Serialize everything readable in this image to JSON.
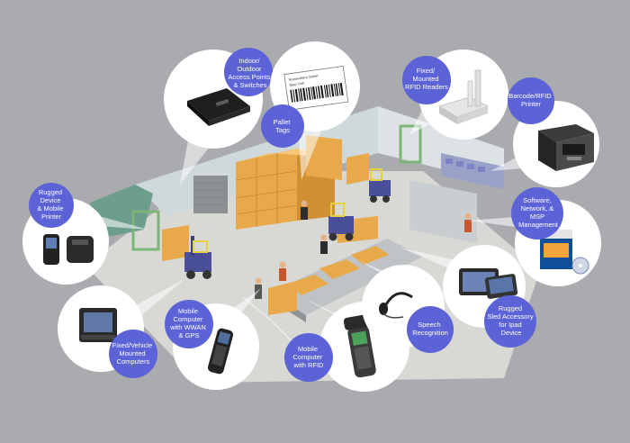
{
  "colors": {
    "background": "#a9abae",
    "bubble_fill": "#ffffff",
    "label_fill": "#5b63d6",
    "label_text": "#ffffff",
    "floor": "#d8d8d4",
    "wall": "#d5dde0",
    "box": "#e8a94a",
    "forklift": "#4a4f9a"
  },
  "callouts": [
    {
      "id": "access-points",
      "icon": "access-point-device-icon",
      "lines": [
        "Indoor/",
        "Outdoor",
        "Access Points",
        "& Switches"
      ]
    },
    {
      "id": "pallet-tags",
      "icon": "pallet-tag-label-icon",
      "lines": [
        "Pallet",
        "Tags"
      ]
    },
    {
      "id": "rfid-readers",
      "icon": "rfid-reader-icon",
      "lines": [
        "Fixed/",
        "Mounted",
        "RFID Readers"
      ]
    },
    {
      "id": "barcode-printer",
      "icon": "barcode-printer-icon",
      "lines": [
        "Barcode/RFID",
        "Printer"
      ]
    },
    {
      "id": "software",
      "icon": "software-box-icon",
      "lines": [
        "Software,",
        "Network, &",
        "MSP",
        "Management"
      ]
    },
    {
      "id": "rugged-device",
      "icon": "rugged-device-printer-icon",
      "lines": [
        "Rugged",
        "Device",
        "& Mobile",
        "Printer"
      ]
    },
    {
      "id": "vehicle-computers",
      "icon": "vehicle-computer-icon",
      "lines": [
        "Fixed/Vehicle",
        "Mounted",
        "Computers"
      ]
    },
    {
      "id": "mobile-wwan",
      "icon": "handheld-scanner-icon",
      "lines": [
        "Mobile",
        "Computer",
        "with WWAN",
        "& GPS"
      ]
    },
    {
      "id": "mobile-rfid",
      "icon": "rfid-handheld-icon",
      "lines": [
        "Mobile",
        "Computer",
        "with RFID"
      ]
    },
    {
      "id": "speech",
      "icon": "headset-icon",
      "lines": [
        "Speech",
        "Recognition"
      ]
    },
    {
      "id": "sled",
      "icon": "tablet-sled-icon",
      "lines": [
        "Rugged",
        "Sled Accessory",
        "for Ipad",
        "Device"
      ]
    }
  ],
  "pallet_label_text": {
    "line1": "Somewhere Street",
    "line2": "New York"
  }
}
